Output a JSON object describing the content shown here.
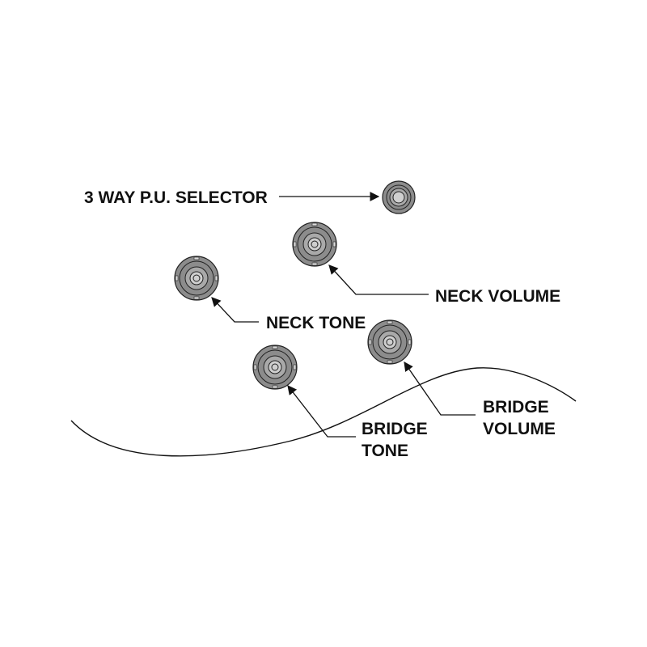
{
  "labels": {
    "selector": "3 WAY P.U. SELECTOR",
    "neck_volume": "NECK VOLUME",
    "neck_tone": "NECK TONE",
    "bridge_volume_line1": "BRIDGE",
    "bridge_volume_line2": "VOLUME",
    "bridge_tone_line1": "BRIDGE",
    "bridge_tone_line2": "TONE"
  },
  "colors": {
    "knob_fill": "#8c8c8c",
    "line": "#111111",
    "background": "#ffffff"
  }
}
